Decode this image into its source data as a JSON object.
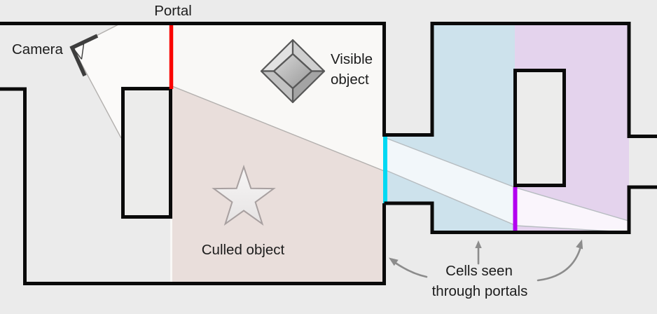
{
  "labels": {
    "portal": "Portal",
    "camera": "Camera",
    "visible_object": {
      "line1": "Visible",
      "line2": "object"
    },
    "culled_object": "Culled object",
    "cells_caption": {
      "line1": "Cells seen",
      "line2": "through portals"
    }
  },
  "colors": {
    "background": "#ebebeb",
    "wall": "#0a0a0a",
    "text": "#1c1c1c",
    "portal_red": "#fa0200",
    "portal_cyan": "#00d9f3",
    "portal_violet": "#b303f0",
    "camera_frustum": "#fbfaf9",
    "visible_room": "#f9f8f6",
    "culled_region": "#e9dedb",
    "cell_blue": "#cde2ec",
    "cell_purple": "#e4d3ed",
    "beam_blue_room": "#f2f7fa",
    "beam_purple_room": "#faf5fc",
    "obstacle_fill": "#ececeb",
    "arrow": "#8c8c8c"
  },
  "icons": {
    "camera_icon": "camera viewpoint glyph",
    "visible_object_icon": "beveled diamond gem",
    "culled_object_icon": "five point star outline"
  }
}
